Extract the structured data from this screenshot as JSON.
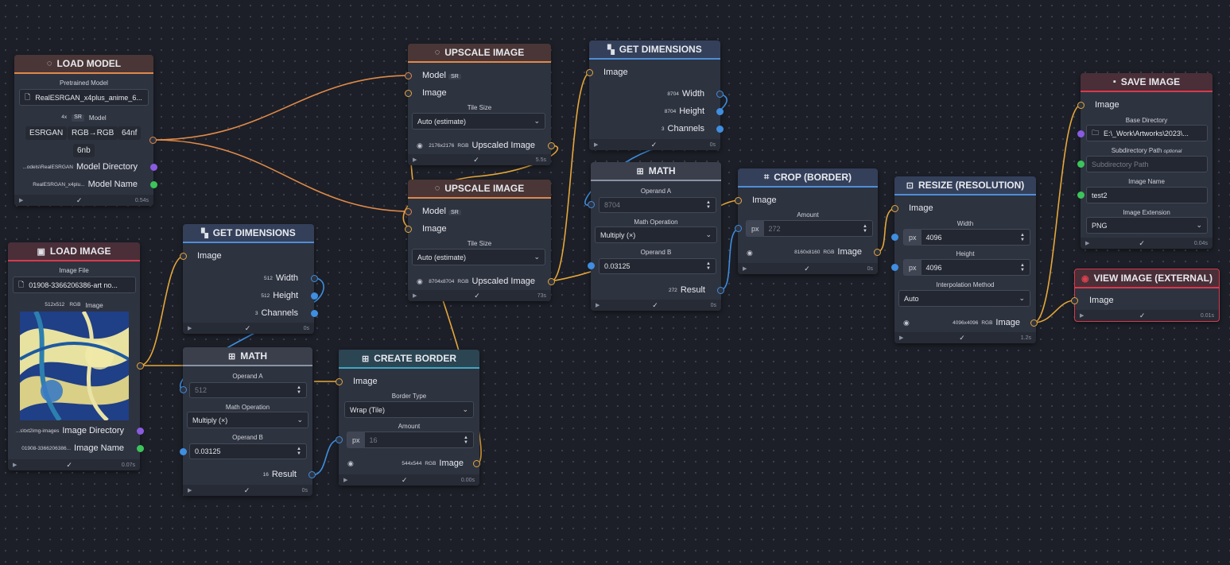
{
  "colors": {
    "background": "#1c1f27",
    "node_bg": "#2e3340",
    "image_port": "#e6a73b",
    "model_port": "#e08a4a",
    "number_port": "#3f8ee0",
    "directory_port": "#8a5be0",
    "name_port": "#3cc45a",
    "accent_red": "#d8394d"
  },
  "load_model": {
    "title": "LOAD MODEL",
    "pretrained_label": "Pretrained Model",
    "pretrained_value": "RealESRGAN_x4plus_anime_6...",
    "scale": "4x",
    "sr": "SR",
    "model_label": "Model",
    "tags": [
      "ESRGAN",
      "RGB→RGB",
      "64nf",
      "6nb"
    ],
    "dir_value": "...odels\\RealESRGAN",
    "dir_label": "Model Directory",
    "name_value": "RealESRGAN_x4plu...",
    "name_label": "Model Name",
    "time": "0.54s"
  },
  "load_image": {
    "title": "LOAD IMAGE",
    "file_label": "Image File",
    "file_value": "01908-3366206386-art no...",
    "size": "512x512",
    "mode": "RGB",
    "image_label": "Image",
    "dir_value": "...s\\txt2img-images",
    "dir_label": "Image Directory",
    "name_value": "01908-3366206386...",
    "name_label": "Image Name",
    "time": "0.07s"
  },
  "get_dims_1": {
    "title": "GET DIMENSIONS",
    "image_label": "Image",
    "width_value": "512",
    "width_label": "Width",
    "height_value": "512",
    "height_label": "Height",
    "channels_value": "3",
    "channels_label": "Channels",
    "time": "0s"
  },
  "math_1": {
    "title": "MATH",
    "a_label": "Operand A",
    "a_value": "512",
    "op_label": "Math Operation",
    "op_value": "Multiply (×)",
    "b_label": "Operand B",
    "b_value": "0.03125",
    "result_value": "16",
    "result_label": "Result",
    "time": "0s"
  },
  "create_border": {
    "title": "CREATE BORDER",
    "image_label": "Image",
    "type_label": "Border Type",
    "type_value": "Wrap (Tile)",
    "amount_label": "Amount",
    "amount_unit": "px",
    "amount_value": "16",
    "out_size": "544x544",
    "out_mode": "RGB",
    "out_label": "Image",
    "time": "0.00s"
  },
  "upscale_1": {
    "title": "UPSCALE IMAGE",
    "model_label": "Model",
    "sr": "SR",
    "image_label": "Image",
    "tile_label": "Tile Size",
    "tile_value": "Auto (estimate)",
    "out_size": "2176x2176",
    "out_mode": "RGB",
    "out_label": "Upscaled Image",
    "time": "5.5s"
  },
  "upscale_2": {
    "title": "UPSCALE IMAGE",
    "model_label": "Model",
    "sr": "SR",
    "image_label": "Image",
    "tile_label": "Tile Size",
    "tile_value": "Auto (estimate)",
    "out_size": "8704x8704",
    "out_mode": "RGB",
    "out_label": "Upscaled Image",
    "time": "73s"
  },
  "get_dims_2": {
    "title": "GET DIMENSIONS",
    "image_label": "Image",
    "width_value": "8704",
    "width_label": "Width",
    "height_value": "8704",
    "height_label": "Height",
    "channels_value": "3",
    "channels_label": "Channels",
    "time": "0s"
  },
  "math_2": {
    "title": "MATH",
    "a_label": "Operand A",
    "a_value": "8704",
    "op_label": "Math Operation",
    "op_value": "Multiply (×)",
    "b_label": "Operand B",
    "b_value": "0.03125",
    "result_value": "272",
    "result_label": "Result",
    "time": "0s"
  },
  "crop": {
    "title": "CROP (BORDER)",
    "image_label": "Image",
    "amount_label": "Amount",
    "amount_unit": "px",
    "amount_value": "272",
    "out_size": "8160x8160",
    "out_mode": "RGB",
    "out_label": "Image",
    "time": "0s"
  },
  "resize": {
    "title": "RESIZE (RESOLUTION)",
    "image_label": "Image",
    "width_label": "Width",
    "width_unit": "px",
    "width_value": "4096",
    "height_label": "Height",
    "height_unit": "px",
    "height_value": "4096",
    "interp_label": "Interpolation Method",
    "interp_value": "Auto",
    "out_size": "4096x4096",
    "out_mode": "RGB",
    "out_label": "Image",
    "time": "1.2s"
  },
  "save_image": {
    "title": "SAVE IMAGE",
    "image_label": "Image",
    "base_label": "Base Directory",
    "base_value": "E:\\_Work\\Artworks\\2023\\...",
    "sub_label": "Subdirectory Path",
    "sub_optional": "optional",
    "sub_placeholder": "Subdirectory Path",
    "name_label": "Image Name",
    "name_value": "test2",
    "ext_label": "Image Extension",
    "ext_value": "PNG",
    "time": "0.04s"
  },
  "view_image": {
    "title": "VIEW IMAGE (EXTERNAL)",
    "image_label": "Image",
    "time": "0.01s"
  }
}
